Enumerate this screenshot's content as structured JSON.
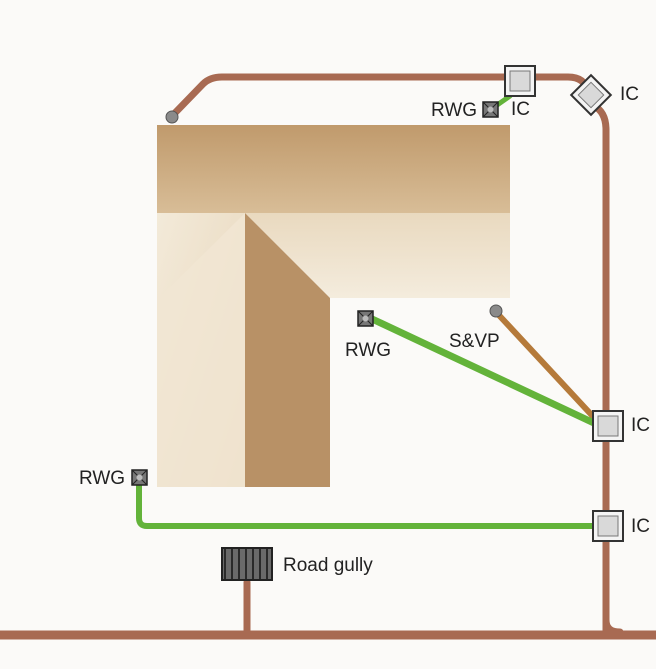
{
  "labels": {
    "ic_top": "IC",
    "rwg_top": "RWG",
    "ic_top_right": "IC",
    "rwg_middle": "RWG",
    "svp": "S&VP",
    "ic_middle": "IC",
    "rwg_left": "RWG",
    "ic_bottom": "IC",
    "road_gully": "Road gully"
  },
  "colors": {
    "foul_drain": "#a86a52",
    "surface_water": "#63b33a",
    "svp_pipe": "#b57a3a",
    "roof_main": "#c7a77e",
    "roof_light": "#e8d9c2",
    "roof_shadow": "#b7946a",
    "gully_fill": "#5a5a5a",
    "chamber_fill": "#dcdcdc"
  }
}
